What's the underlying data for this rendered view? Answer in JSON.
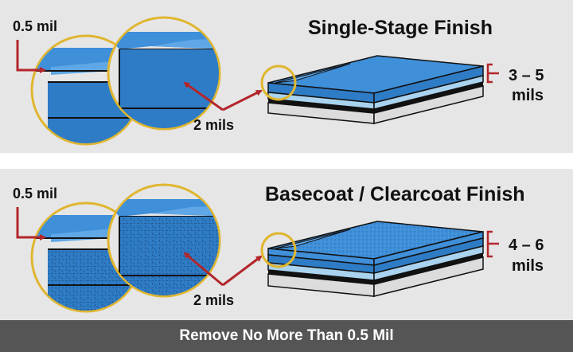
{
  "colors": {
    "clearcoat_blue": "#3f8fd9",
    "basecoat_blue": "#2f7cc6",
    "light_blue": "#a9d3ee",
    "black_layer": "#111111",
    "metal_gray": "#dcdcdc",
    "callout_arrow": "#b3262b",
    "magnifier_ring": "#e0b630",
    "panel_bg": "#e6e6e6",
    "bar_bg": "#555555"
  },
  "single_stage": {
    "title": "Single-Stage Finish",
    "callout_thin": "0.5 mil",
    "callout_thick": "2 mils",
    "range_value": "3 – 5",
    "range_unit": "mils"
  },
  "basecoat_clearcoat": {
    "title": "Basecoat / Clearcoat Finish",
    "callout_thin": "0.5 mil",
    "callout_thick": "2 mils",
    "range_value": "4 – 6",
    "range_unit": "mils"
  },
  "footer": {
    "text": "Remove No More Than 0.5 Mil"
  }
}
